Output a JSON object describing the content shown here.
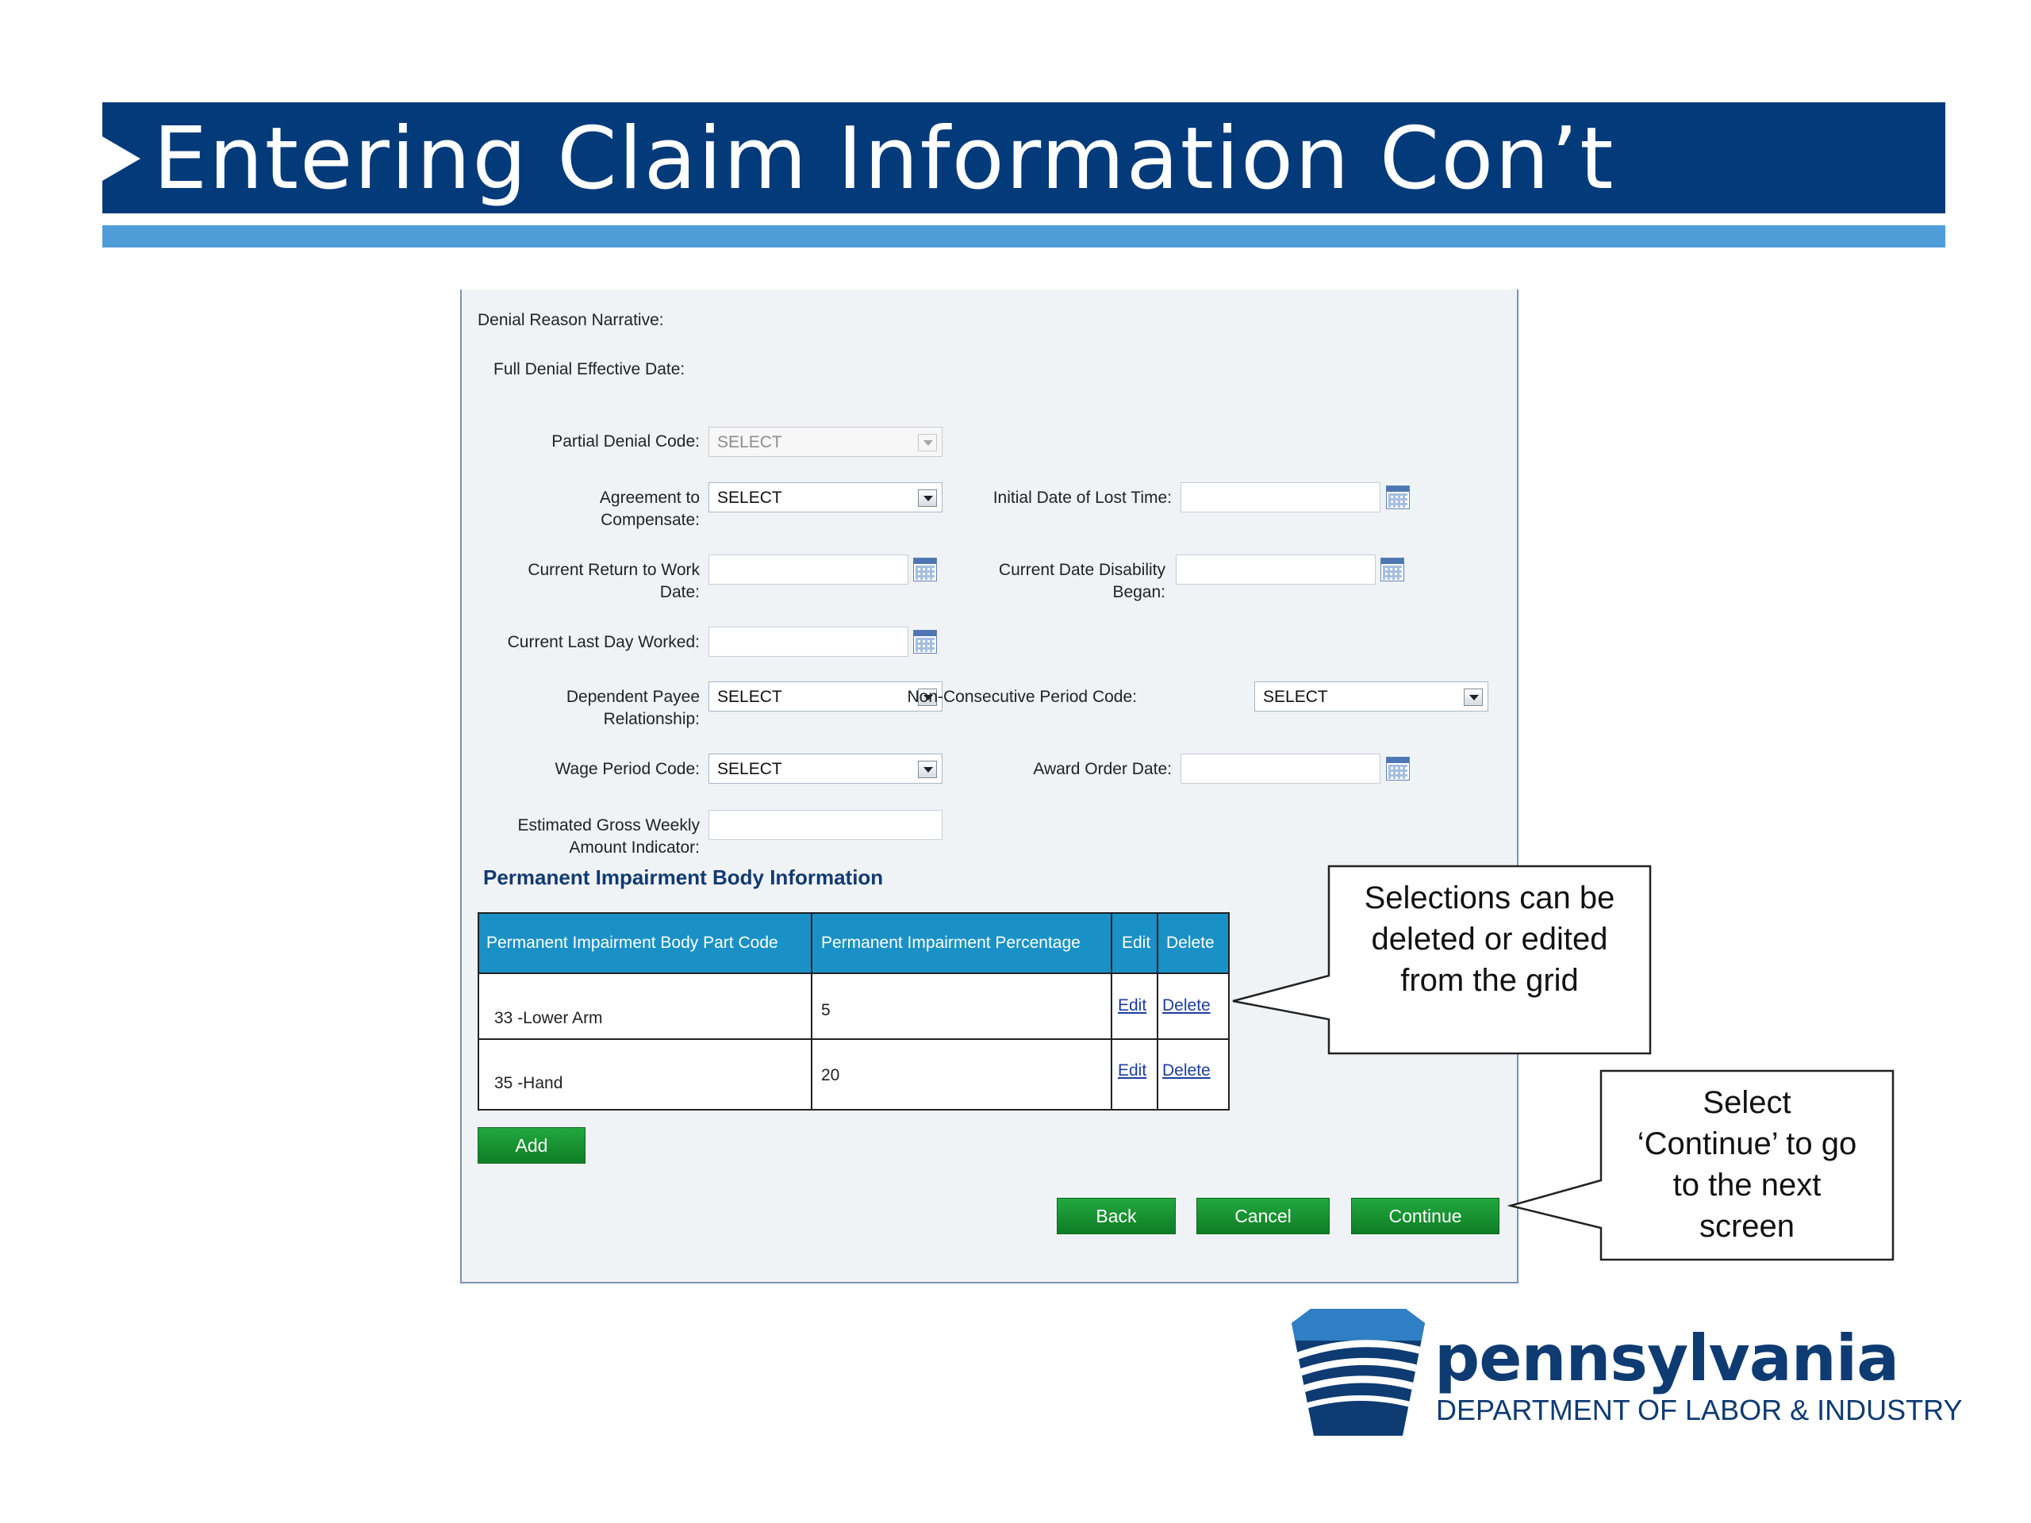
{
  "slide": {
    "title": "Entering Claim Information Con’t"
  },
  "form": {
    "labels": {
      "denial_reason_narrative": "Denial Reason Narrative:",
      "full_denial_effective_date": "Full Denial Effective Date:",
      "partial_denial_code": "Partial Denial Code:",
      "agreement_to_compensate_1": "Agreement to",
      "agreement_to_compensate_2": "Compensate:",
      "initial_date_of_lost_time": "Initial Date of Lost Time:",
      "current_return_to_work_1": "Current Return to Work",
      "current_return_to_work_2": "Date:",
      "current_date_disability_1": "Current Date Disability",
      "current_date_disability_2": "Began:",
      "current_last_day_worked": "Current Last Day Worked:",
      "dependent_payee_1": "Dependent Payee",
      "dependent_payee_2": "Relationship:",
      "non_consecutive_period_code": "Non-Consecutive Period Code:",
      "wage_period_code": "Wage Period Code:",
      "award_order_date": "Award Order Date:",
      "estimated_gross_1": "Estimated Gross Weekly",
      "estimated_gross_2": "Amount Indicator:"
    },
    "selects": {
      "partial_denial_code": "SELECT",
      "agreement_to_compensate": "SELECT",
      "dependent_payee_relationship": "SELECT",
      "non_consecutive_period_code": "SELECT",
      "wage_period_code": "SELECT"
    },
    "inputs": {
      "initial_date_of_lost_time": "",
      "current_return_to_work_date": "",
      "current_date_disability_began": "",
      "current_last_day_worked": "",
      "award_order_date": "",
      "estimated_gross_weekly_amount_indicator": ""
    }
  },
  "impairment": {
    "section_title": "Permanent Impairment Body Information",
    "columns": [
      "Permanent Impairment Body Part Code",
      "Permanent Impairment Percentage",
      "Edit",
      "Delete"
    ],
    "rows": [
      {
        "code": "33 -Lower Arm",
        "percentage": "5",
        "edit": "Edit",
        "delete": "Delete"
      },
      {
        "code": "35 -Hand",
        "percentage": "20",
        "edit": "Edit",
        "delete": "Delete"
      }
    ]
  },
  "buttons": {
    "add": "Add",
    "back": "Back",
    "cancel": "Cancel",
    "continue": "Continue"
  },
  "callouts": {
    "grid_note": [
      "Selections can be",
      "deleted or edited",
      "from the grid"
    ],
    "continue_note": [
      "Select",
      "‘Continue’ to go",
      "to the next",
      "screen"
    ]
  },
  "logo": {
    "name": "pennsylvania",
    "department": "DEPARTMENT OF LABOR & INDUSTRY"
  },
  "colors": {
    "title_bar": "#023a7a",
    "title_underline": "#4e9dd8",
    "grid_header": "#1a91c6",
    "button_green": "#159230",
    "section_title": "#123a72"
  }
}
